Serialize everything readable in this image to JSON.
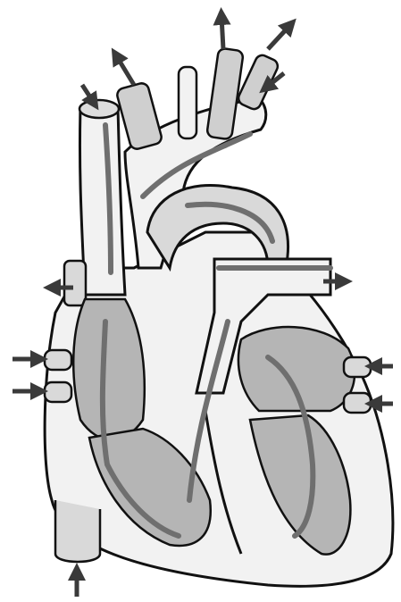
{
  "diagram": {
    "colors": {
      "outline": "#111111",
      "wall_fill": "#f2f2f2",
      "chamber_fill": "#b5b5b5",
      "flow_path": "#6f6f6f",
      "arrow": "#3a3a3a",
      "shade": "#d9d9d9"
    },
    "arrows": [
      {
        "name": "arrow-into-superior-vena-cava",
        "direction": "in"
      },
      {
        "name": "arrow-out-pulmonary-trunk",
        "direction": "out"
      },
      {
        "name": "arrow-out-aortic-arch-1",
        "direction": "out"
      },
      {
        "name": "arrow-out-aortic-arch-2",
        "direction": "out"
      },
      {
        "name": "arrow-into-aortic-arch-branch",
        "direction": "in"
      },
      {
        "name": "arrow-out-right-pulmonary-artery",
        "direction": "out"
      },
      {
        "name": "arrow-out-left-pulmonary-artery",
        "direction": "out"
      },
      {
        "name": "arrow-into-right-pulmonary-vein-1",
        "direction": "in"
      },
      {
        "name": "arrow-into-right-pulmonary-vein-2",
        "direction": "in"
      },
      {
        "name": "arrow-into-left-pulmonary-vein-1",
        "direction": "in"
      },
      {
        "name": "arrow-into-left-pulmonary-vein-2",
        "direction": "in"
      },
      {
        "name": "arrow-into-inferior-vena-cava",
        "direction": "in"
      }
    ]
  }
}
